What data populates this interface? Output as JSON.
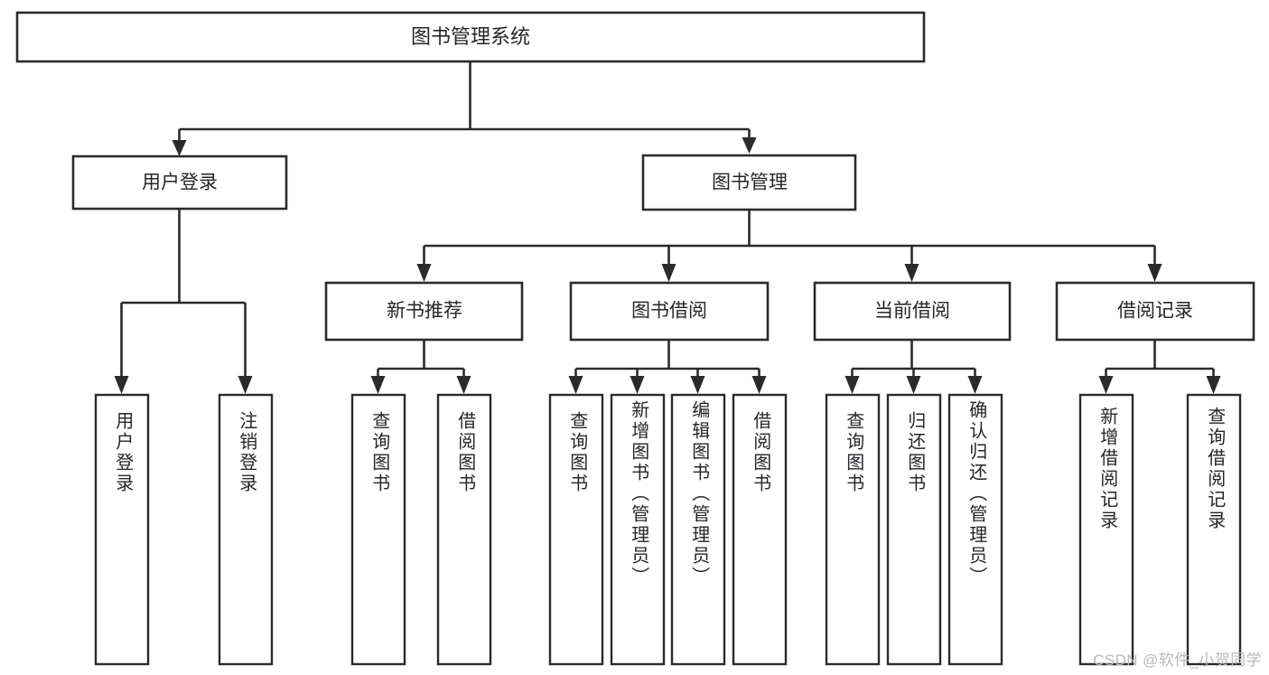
{
  "diagram": {
    "type": "tree-hierarchy",
    "title": "图书管理系统",
    "watermark": "CSDN @软件_小贺同学",
    "colors": {
      "background": "#ffffff",
      "stroke": "#2b2b2b",
      "box_fill": "#ffffff",
      "text": "#25262a",
      "watermark": "#b9b9b9"
    },
    "root": {
      "label": "图书管理系统",
      "level": 0
    },
    "level1": [
      {
        "label": "用户登录"
      },
      {
        "label": "图书管理"
      }
    ],
    "level2": [
      {
        "label": "新书推荐",
        "parent": "图书管理"
      },
      {
        "label": "图书借阅",
        "parent": "图书管理"
      },
      {
        "label": "当前借阅",
        "parent": "图书管理"
      },
      {
        "label": "借阅记录",
        "parent": "图书管理"
      }
    ],
    "leaves": {
      "用户登录": [
        {
          "label": "用户登录"
        },
        {
          "label": "注销登录"
        }
      ],
      "新书推荐": [
        {
          "label": "查询图书"
        },
        {
          "label": "借阅图书"
        }
      ],
      "图书借阅": [
        {
          "label": "查询图书"
        },
        {
          "label": "新增图书（管理员）"
        },
        {
          "label": "编辑图书（管理员）"
        },
        {
          "label": "借阅图书"
        }
      ],
      "当前借阅": [
        {
          "label": "查询图书"
        },
        {
          "label": "归还图书"
        },
        {
          "label": "确认归还（管理员）"
        }
      ],
      "借阅记录": [
        {
          "label": "新增借阅记录"
        },
        {
          "label": "查询借阅记录"
        }
      ]
    }
  }
}
